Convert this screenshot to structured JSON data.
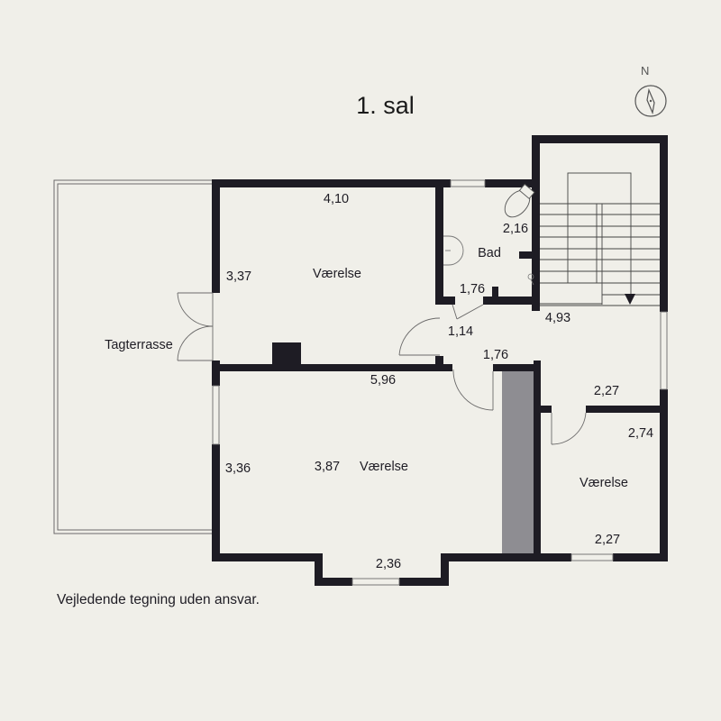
{
  "header": {
    "title": "1. sal"
  },
  "compass": {
    "label": "N",
    "icon": "compass-icon"
  },
  "footer": {
    "disclaimer": "Vejledende tegning uden ansvar."
  },
  "rooms": {
    "terrace": {
      "name": "Tagterrasse"
    },
    "bedroom_top": {
      "name": "Værelse",
      "width": "4,10",
      "depth": "3,37"
    },
    "bath": {
      "name": "Bad",
      "width": "1,76",
      "depth": "2,16"
    },
    "hall": {
      "d1": "1,14",
      "d2": "1,76",
      "d3": "4,93"
    },
    "bedroom_large": {
      "name": "Værelse",
      "width": "5,96",
      "depth": "3,36",
      "inner": "3,87",
      "bay": "2,36"
    },
    "bedroom_small": {
      "name": "Værelse",
      "top": "2,27",
      "depth": "2,74",
      "bottom": "2,27"
    }
  },
  "colors": {
    "background": "#f0efe9",
    "wall": "#1e1c24",
    "shaft": "#8e8d92",
    "line": "#6b6a6a"
  }
}
